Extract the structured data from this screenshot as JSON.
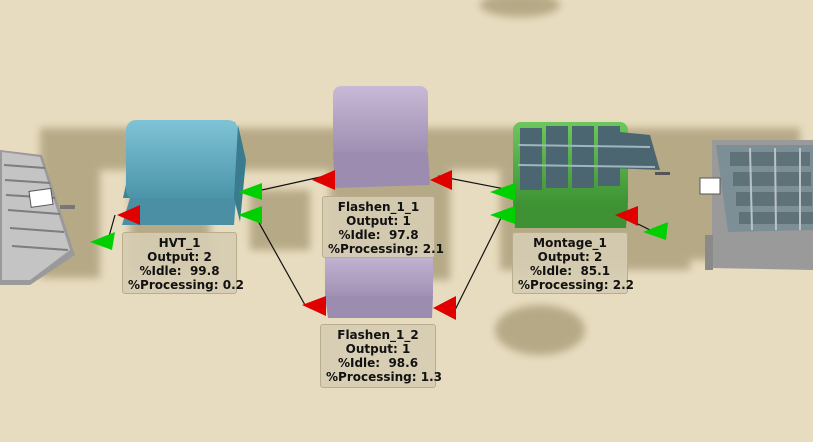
{
  "stations": [
    {
      "name": "HVT_1",
      "output": "Output: 2",
      "idle": "%Idle:  99.8",
      "processing": "%Processing: 0.2"
    },
    {
      "name": "Flashen_1_1",
      "output": "Output: 1",
      "idle": "%Idle:  97.8",
      "processing": "%Processing: 2.1"
    },
    {
      "name": "Flashen_1_2",
      "output": "Output: 1",
      "idle": "%Idle:  98.6",
      "processing": "%Processing: 1.3"
    },
    {
      "name": "Montage_1",
      "output": "Output: 2",
      "idle": "%Idle:  85.1",
      "processing": "%Processing: 2.2"
    }
  ],
  "colors": {
    "floor": "#e8dcc0",
    "shadow": "#a89a6a",
    "hvt": "#6cb3c6",
    "flashen": "#b9a9c8",
    "montage": "#55b347",
    "arrow_in": "#00d000",
    "arrow_out": "#e00000"
  }
}
